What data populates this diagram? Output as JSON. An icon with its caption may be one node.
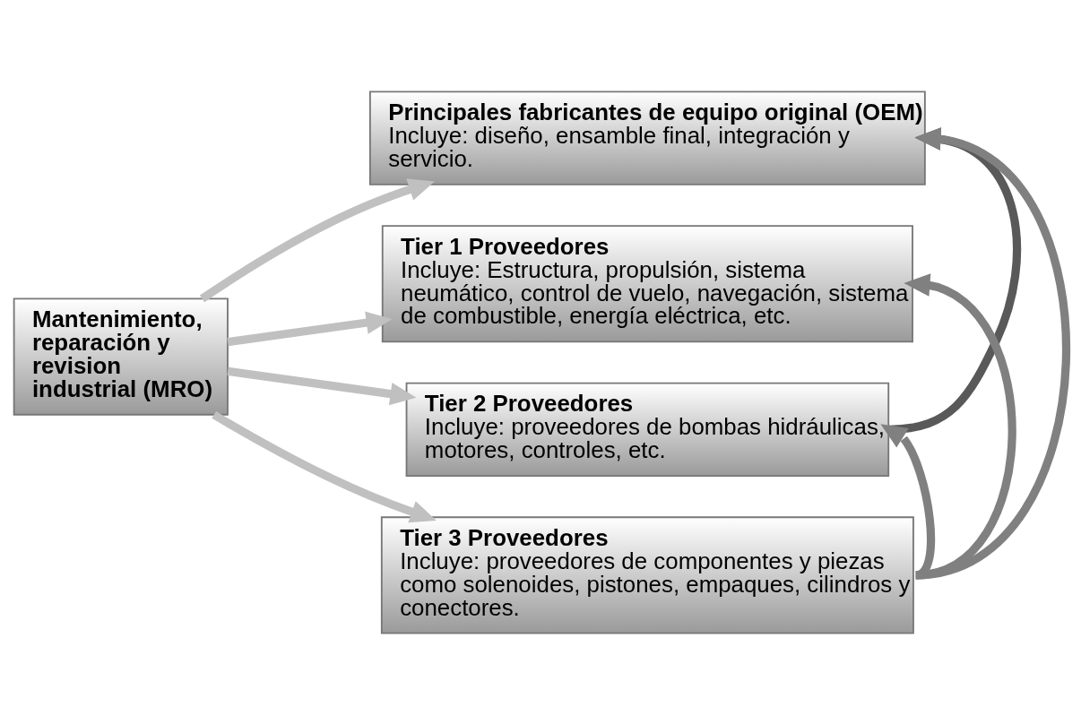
{
  "diagram": {
    "nodes": [
      {
        "text": [
          "Principales fabricantes de equipo original (OEM)",
          "Incluye: diseño, ensamble final, integración y servicio."
        ]
      },
      {
        "text": [
          "Tier 1 Proveedores",
          "Incluye: Estructura, propulsión, sistema neumático, control de vuelo, navegación, sistema de combustible, energía eléctrica, etc."
        ]
      },
      {
        "text": [
          "Tier 2 Proveedores",
          "Incluye: proveedores de bombas hidráulicas, motores, controles, etc."
        ]
      },
      {
        "text": [
          "Tier 3 Proveedores",
          "Incluye: proveedores de componentes y piezas como solenoides, pistones, empaques, cilindros y conectores."
        ]
      },
      {
        "text": [
          "Mantenimiento, reparación y revision industrial (MRO)"
        ]
      }
    ],
    "edges": [
      {
        "from": 4,
        "to": 0,
        "arrow": "to",
        "color": "#c0c0c0"
      },
      {
        "from": 4,
        "to": 1,
        "arrow": "to",
        "color": "#c0c0c0"
      },
      {
        "from": 4,
        "to": 2,
        "arrow": "to",
        "color": "#c0c0c0"
      },
      {
        "from": 4,
        "to": 3,
        "arrow": "to",
        "color": "#c0c0c0"
      },
      {
        "from": 3,
        "to": 0,
        "arrow": "to",
        "color": "#808080"
      },
      {
        "from": 3,
        "to": 1,
        "arrow": "to",
        "color": "#808080"
      },
      {
        "from": 3,
        "to": 2,
        "arrow": "to",
        "color": "#808080"
      },
      {
        "from": 2,
        "to": 0,
        "arrow": "to",
        "color": "#595959"
      }
    ]
  }
}
